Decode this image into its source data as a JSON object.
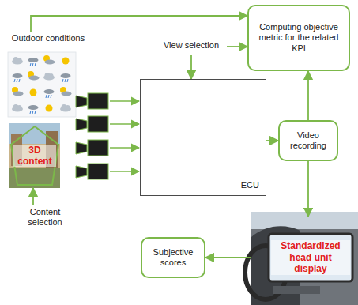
{
  "diagram": {
    "nodes": [
      {
        "text": [
          "Outdoor conditions"
        ]
      },
      {
        "text": [
          "View selection"
        ]
      },
      {
        "text": [
          "Computing objective metric for the related KPI"
        ]
      },
      {
        "text": [
          "3D content"
        ]
      },
      {
        "text": [
          "Content selection"
        ]
      },
      {
        "text": [
          "ECU"
        ]
      },
      {
        "text": [
          "Video recording"
        ]
      },
      {
        "text": [
          "Standardized head unit display"
        ]
      },
      {
        "text": [
          "Subjective scores"
        ]
      }
    ],
    "edges": [
      {
        "from": 0,
        "to": 2,
        "arrow": "to"
      },
      {
        "from": 1,
        "to": 2,
        "arrow": "to"
      },
      {
        "from": 1,
        "to": 5,
        "arrow": "to"
      },
      {
        "from": 4,
        "to": 3,
        "arrow": "to"
      },
      {
        "from": 5,
        "to": 6,
        "arrow": "to"
      },
      {
        "from": 6,
        "to": 2,
        "arrow": "to"
      },
      {
        "from": 6,
        "to": 7,
        "arrow": "to"
      },
      {
        "from": 7,
        "to": 8,
        "arrow": "to"
      }
    ]
  }
}
